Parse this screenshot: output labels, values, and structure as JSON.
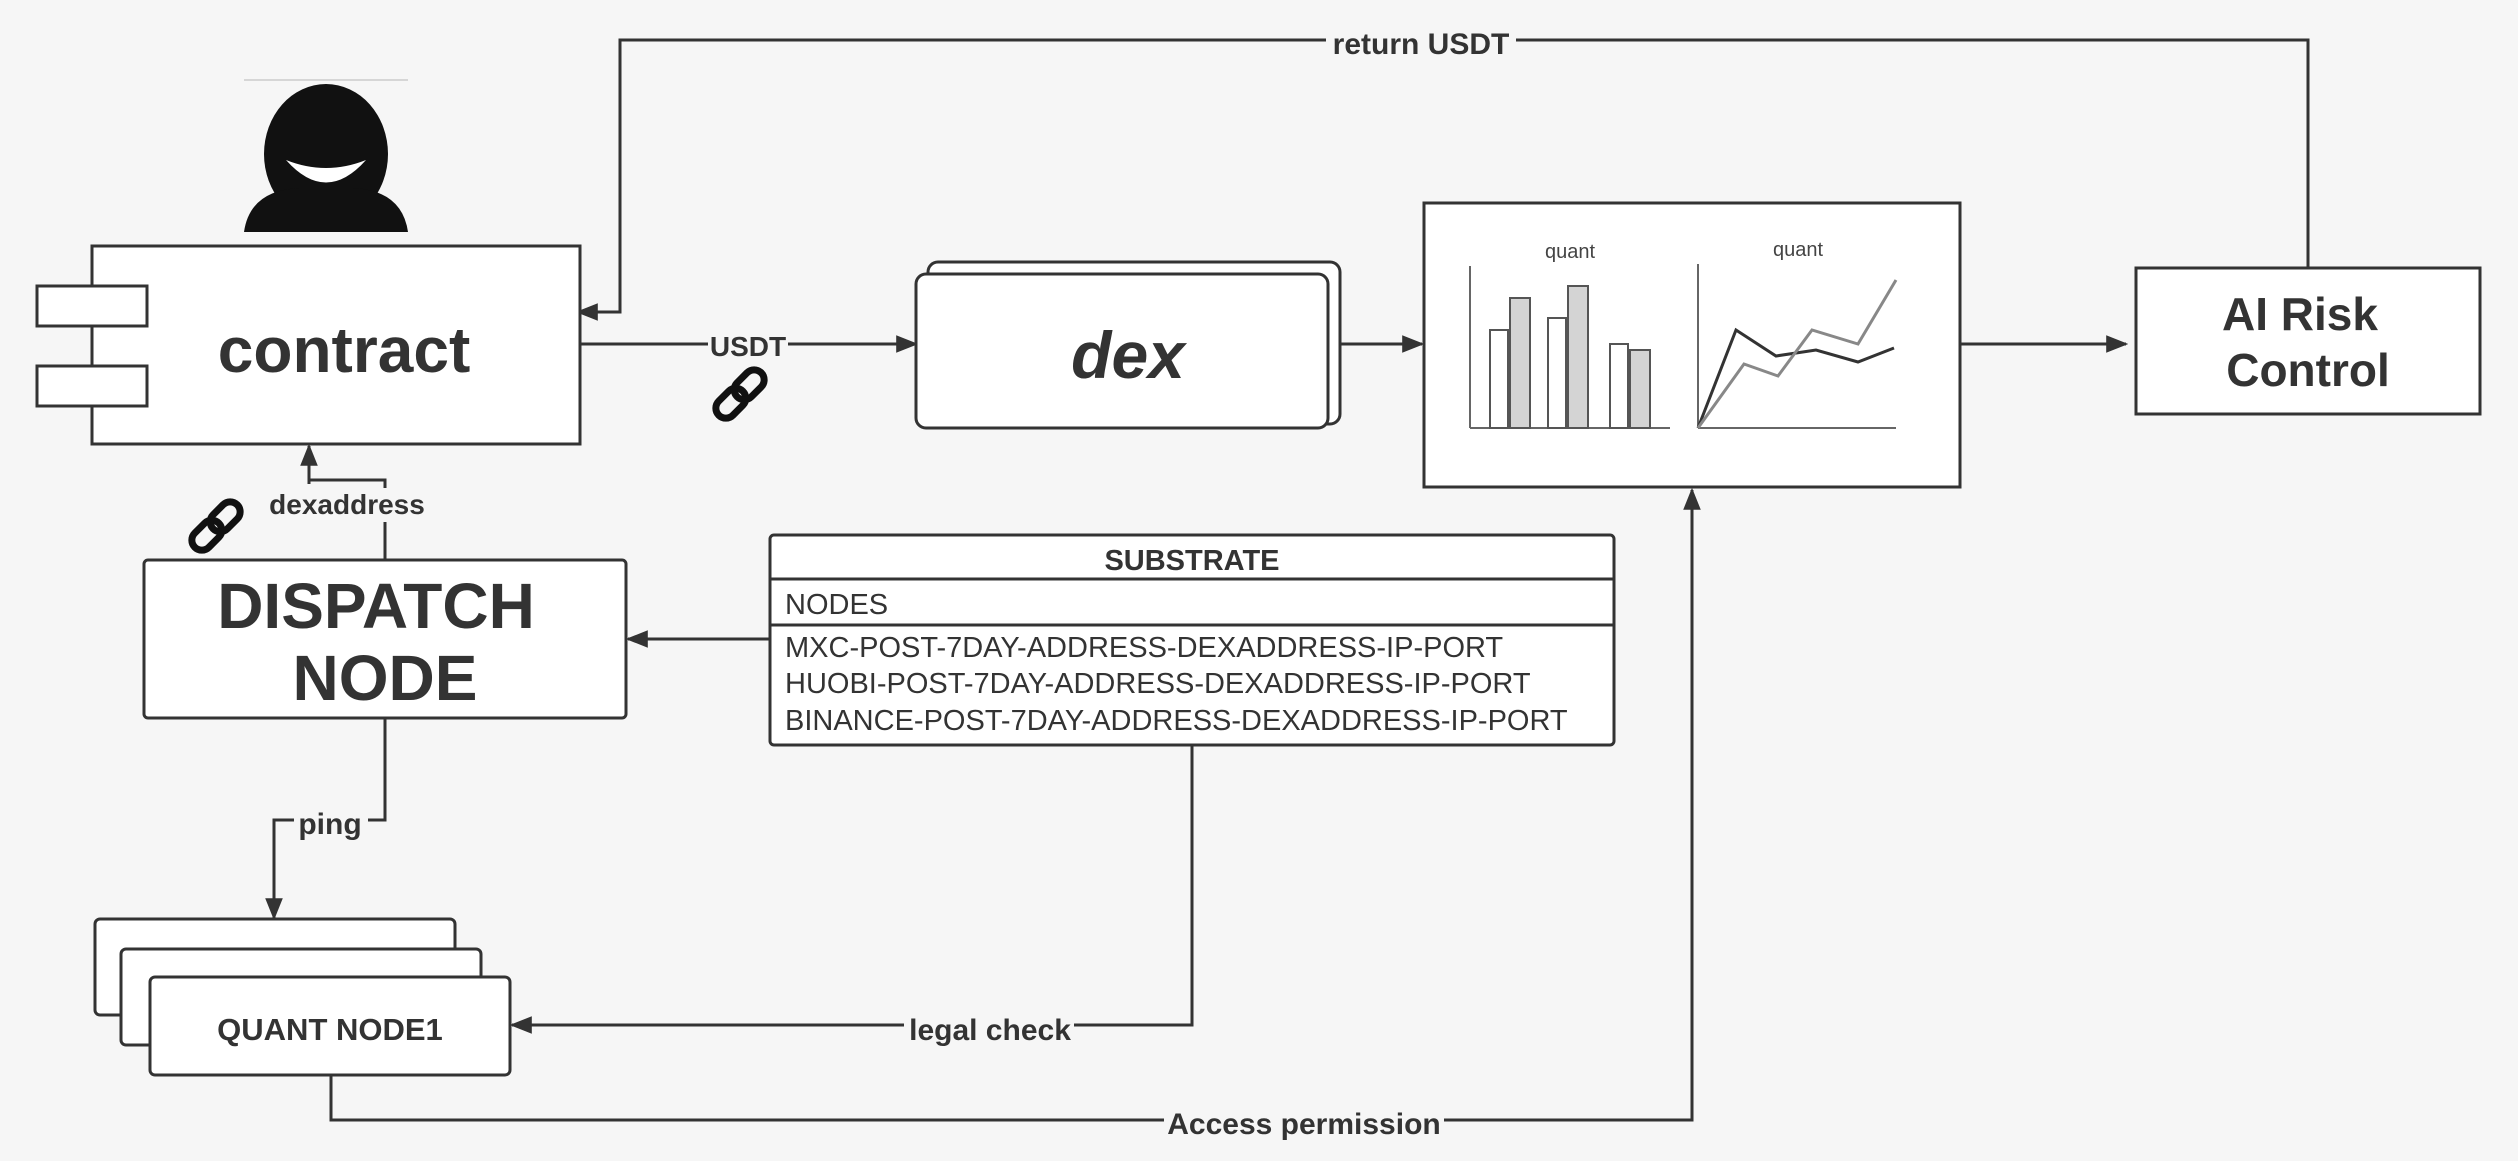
{
  "nodes": {
    "contract": "contract",
    "dex": "dex",
    "ai_risk": [
      "AI Risk",
      "Control"
    ],
    "dispatch": [
      "DISPATCH",
      "NODE"
    ],
    "quant_node": "QUANT NODE1",
    "substrate": {
      "title": "SUBSTRATE",
      "section": "NODES",
      "rows": [
        "MXC-POST-7DAY-ADDRESS-DEXADDRESS-IP-PORT",
        "HUOBI-POST-7DAY-ADDRESS-DEXADDRESS-IP-PORT",
        "BINANCE-POST-7DAY-ADDRESS-DEXADDRESS-IP-PORT"
      ]
    }
  },
  "edges": {
    "return_usdt": "return USDT",
    "usdt": "USDT",
    "dexaddress": "dexaddress",
    "ping": "ping",
    "legal_check": "legal check",
    "access_permission": "Access permission"
  },
  "charts": {
    "left_title": "quant",
    "right_title": "quant"
  },
  "icons": [
    "user-icon",
    "chain-link-icon",
    "chain-link-icon",
    "bar-chart-icon",
    "line-chart-icon"
  ],
  "colors": {
    "background": "#f6f6f6",
    "stroke": "#333333",
    "bar_fill": "#d4d4d4"
  }
}
